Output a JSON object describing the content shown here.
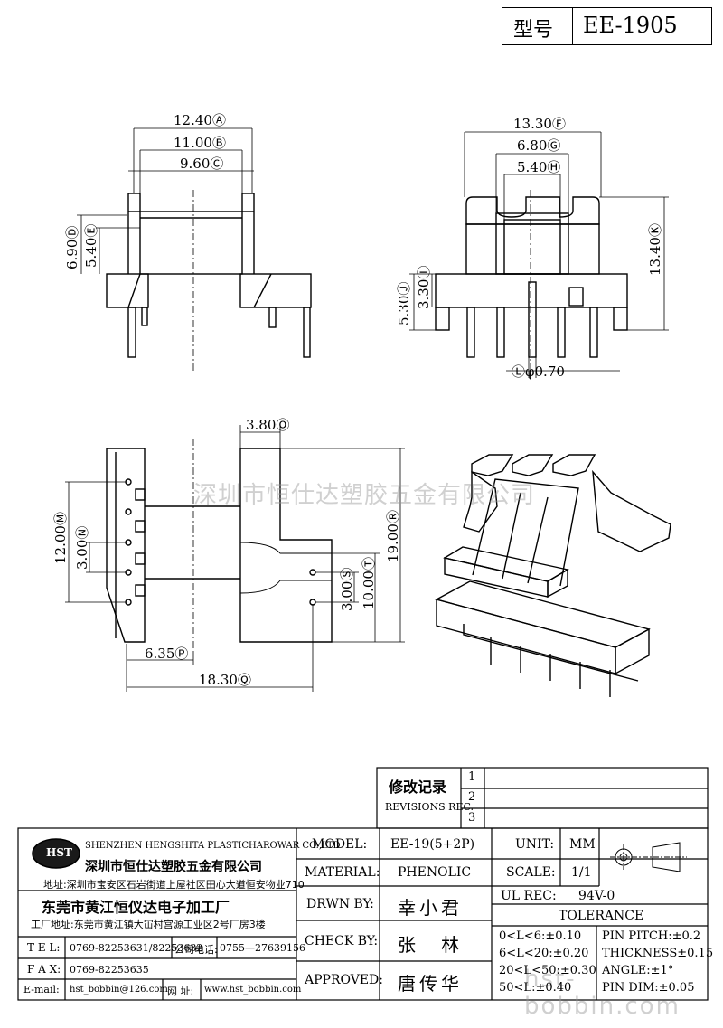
{
  "header": {
    "model_label": "型号",
    "model_value": "EE-1905"
  },
  "dims": {
    "A": "12.40",
    "B": "11.00",
    "C": "9.60",
    "D": "6.90",
    "E": "5.40",
    "F": "13.30",
    "G": "6.80",
    "H": "5.40",
    "I": "3.30",
    "J": "5.30",
    "K": "13.40",
    "L": "φ0.70",
    "M": "12.00",
    "N": "3.00",
    "O": "3.80",
    "P": "6.35",
    "Q": "18.30",
    "R": "19.00",
    "S": "3.00",
    "T": "10.00"
  },
  "dim_letters": {
    "A": "Ⓐ",
    "B": "Ⓑ",
    "C": "Ⓒ",
    "D": "Ⓓ",
    "E": "Ⓔ",
    "F": "Ⓕ",
    "G": "Ⓖ",
    "H": "Ⓗ",
    "I": "Ⓘ",
    "J": "Ⓙ",
    "K": "Ⓚ",
    "L": "Ⓛ",
    "M": "Ⓜ",
    "N": "Ⓝ",
    "O": "Ⓞ",
    "P": "Ⓟ",
    "Q": "Ⓠ",
    "R": "Ⓡ",
    "S": "Ⓢ",
    "T": "Ⓣ"
  },
  "watermark": {
    "center": "深圳市恒仕达塑胶五金有限公司",
    "bottom": "hst-bobbin.com"
  },
  "revisions": {
    "title_cn": "修改记录",
    "title_en": "REVISIONS REC.",
    "items": [
      "1",
      "2",
      "3"
    ]
  },
  "company": {
    "logo_text": "HST",
    "name_en": "SHENZHEN HENGSHITA PLASTICHAROWAR CO.,LTD",
    "name_cn": "深圳市恒仕达塑胶五金有限公司",
    "address": "地址:深圳市宝安区石岩街道上屋社区田心大道恒安物业710",
    "factory_name": "东莞市黄江恒仪达电子加工厂",
    "factory_address": "工厂地址:东莞市黄江镇大冚村宫源工业区2号厂房3楼",
    "tel_label": "T E L:",
    "tel": "0769-82253631/82253632",
    "company_phone_label": "公司电话:",
    "company_phone": "0755—27639156",
    "fax_label": "F A X:",
    "fax": "0769-82253635",
    "email_label": "E-mail:",
    "email": "hst_bobbin@126.com",
    "website_label": "网 址:",
    "website": "www.hst_bobbin.com"
  },
  "spec": {
    "model_label": "MODEL:",
    "model": "EE-19(5+2P)",
    "material_label": "MATERIAL:",
    "material": "PHENOLIC",
    "drawn_label": "DRWN BY:",
    "drawn": "幸小君",
    "check_label": "CHECK BY:",
    "check": "张　林",
    "approved_label": "APPROVED:",
    "approved": "唐传华",
    "unit_label": "UNIT:",
    "unit": "MM",
    "scale_label": "SCALE:",
    "scale": "1/1",
    "ul_label": "UL REC:",
    "ul": "94V-0",
    "tolerance_label": "TOLERANCE",
    "tol_1": "0<L<6:±0.10",
    "tol_2": "6<L<20:±0.20",
    "tol_3": "20<L<50:±0.30",
    "tol_4": "50<L:±0.40",
    "pin_pitch": "PIN PITCH:±0.2",
    "thickness": "THICKNESS±0.15",
    "angle": "ANGLE:±1°",
    "pin_dim": "PIN DIM:±0.05"
  }
}
